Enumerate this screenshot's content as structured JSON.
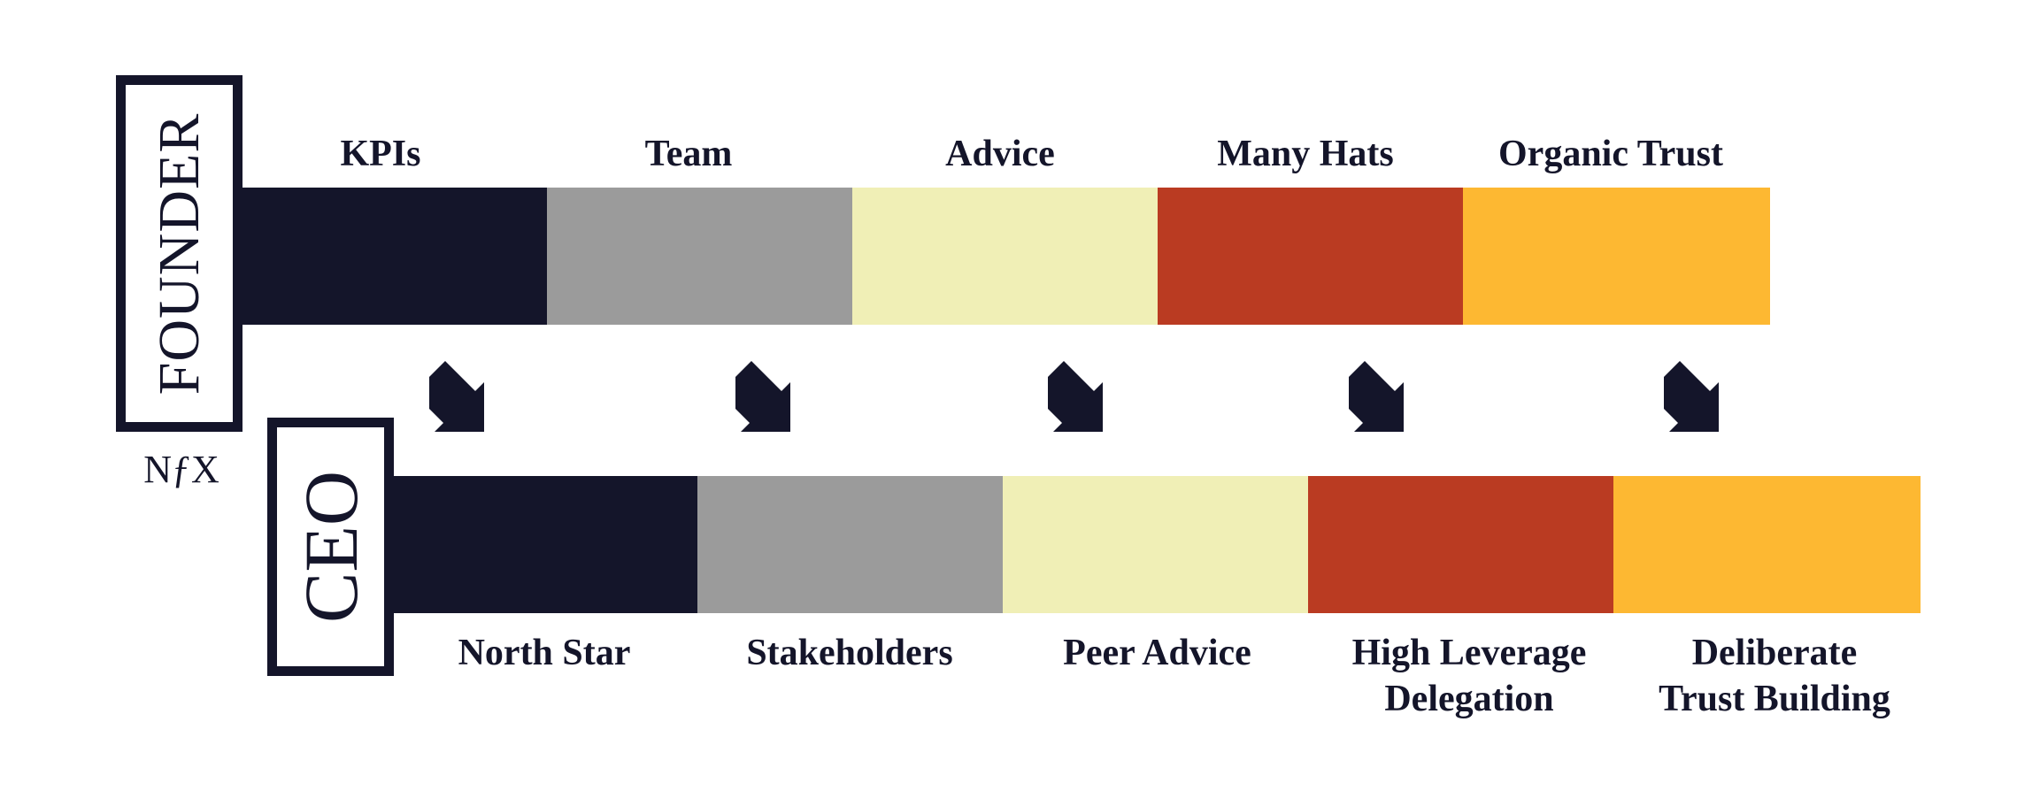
{
  "founder_label": "FOUNDER",
  "ceo_label": "CEO",
  "logo": "NƒX",
  "top_row": {
    "labels": [
      "KPIs",
      "Team",
      "Advice",
      "Many Hats",
      "Organic Trust"
    ]
  },
  "bottom_row": {
    "labels": [
      "North Star",
      "Stakeholders",
      "Peer Advice",
      "High Leverage\nDelegation",
      "Deliberate\nTrust Building"
    ]
  },
  "colors": {
    "navy": "#14152a",
    "gray": "#9b9b9b",
    "cream": "#f0efb6",
    "red": "#ba3b22",
    "yellow": "#fdb832"
  },
  "arrow_icon": "arrow-down-right-icon"
}
